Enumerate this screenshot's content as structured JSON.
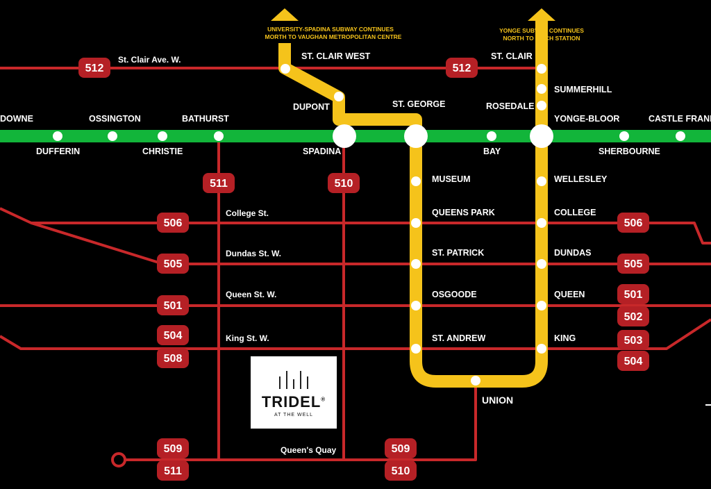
{
  "colors": {
    "bloor": "#12b53a",
    "yonge": "#f5c31b",
    "streetcar": "#c8282a",
    "badge": "#b52025",
    "background": "#000000"
  },
  "notes": {
    "university": [
      "UNIVERSITY-SPADINA SUBWAY CONTINUES",
      "MORTH TO VAUGHAN METROPOLITAN CENTRE"
    ],
    "yonge": [
      "YONGE SUBWAY CONTINUES",
      "NORTH TO FINCH STATION"
    ]
  },
  "stations": {
    "downe": "DOWNE",
    "dufferin": "DUFFERIN",
    "ossington": "OSSINGTON",
    "christie": "CHRISTIE",
    "bathurst": "BATHURST",
    "spadina": "SPADINA",
    "st_george": "ST. GEORGE",
    "bay": "BAY",
    "yonge_bloor": "YONGE-BLOOR",
    "sherbourne": "SHERBOURNE",
    "castle_frank": "CASTLE FRANK",
    "st_clair_west": "ST. CLAIR WEST",
    "dupont": "DUPONT",
    "st_clair": "ST. CLAIR",
    "summerhill": "SUMMERHILL",
    "rosedale": "ROSEDALE",
    "museum": "MUSEUM",
    "queens_park": "QUEENS PARK",
    "st_patrick": "ST. PATRICK",
    "osgoode": "OSGOODE",
    "st_andrew": "ST. ANDREW",
    "union": "UNION",
    "wellesley": "WELLESLEY",
    "college": "COLLEGE",
    "dundas": "DUNDAS",
    "queen": "QUEEN",
    "king": "KING"
  },
  "streets": {
    "st_clair": "St. Clair Ave. W.",
    "college": "College St.",
    "dundas": "Dundas St. W.",
    "queen": "Queen St. W.",
    "king": "King St. W.",
    "queens_quay": "Queen's Quay"
  },
  "routes": {
    "r512_west": "512",
    "r512_east": "512",
    "r511_top": "511",
    "r510_top": "510",
    "r506_west": "506",
    "r506_east": "506",
    "r505_west": "505",
    "r505_east": "505",
    "r501_west": "501",
    "r501_east": "501",
    "r502_east": "502",
    "r504_west": "504",
    "r508_west": "508",
    "r503_east": "503",
    "r504_east": "504",
    "r509_a": "509",
    "r511_bottom": "511",
    "r509_b": "509",
    "r510_bottom": "510"
  },
  "logo": {
    "brand": "TRIDEL",
    "mark": "®",
    "sub": "AT THE WELL"
  }
}
